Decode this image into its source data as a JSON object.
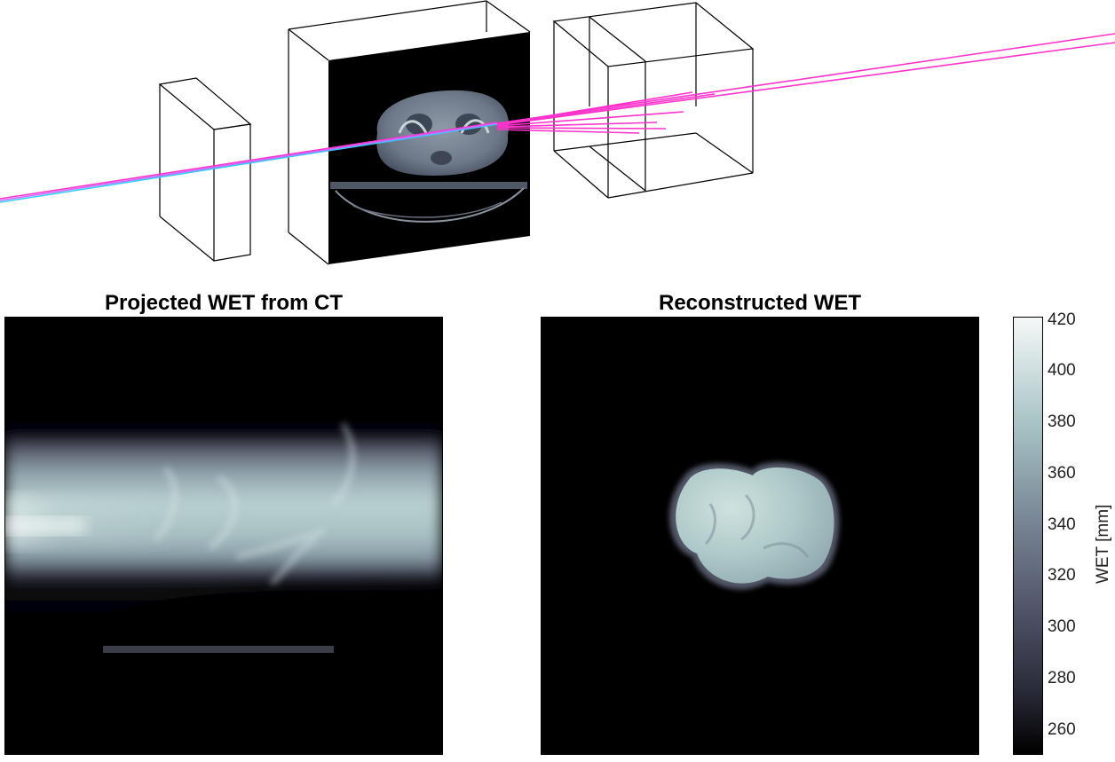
{
  "panels": {
    "left_title": "Projected WET from CT",
    "right_title": "Reconstructed WET"
  },
  "colorbar": {
    "label": "WET [mm]",
    "ticks": [
      "420",
      "400",
      "380",
      "360",
      "340",
      "320",
      "300",
      "280",
      "260"
    ],
    "colors": [
      "#000000",
      "#2b2c3a",
      "#55586e",
      "#7b8a98",
      "#a6c2c4",
      "#f5f8f8"
    ]
  },
  "scene": {
    "beam_colors": [
      "#ff33cc",
      "#33ccff"
    ]
  }
}
